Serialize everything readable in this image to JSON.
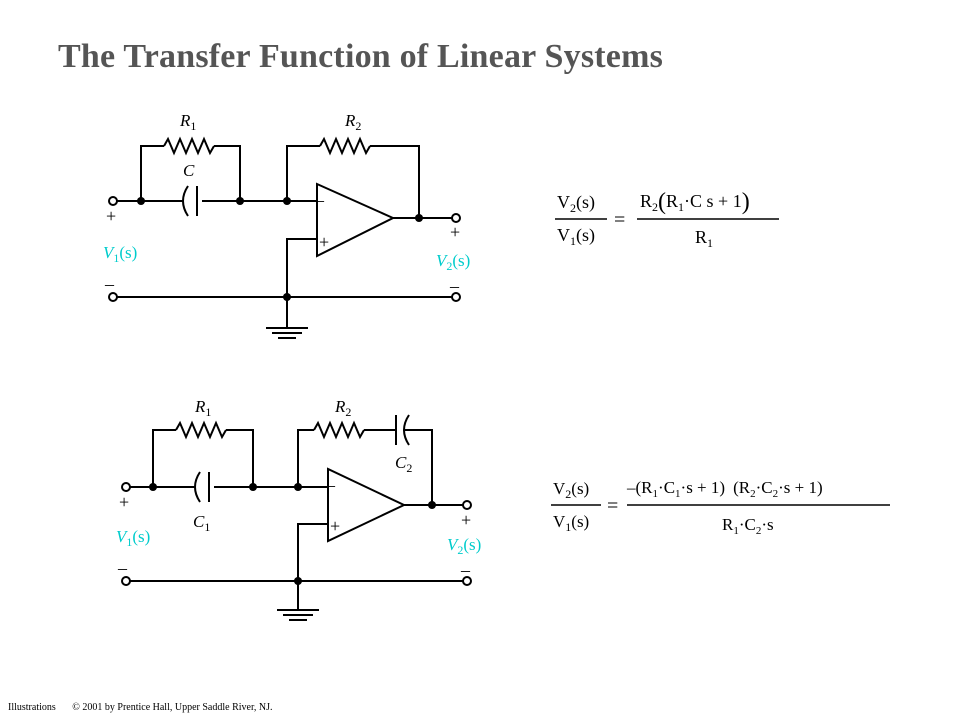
{
  "title": "The Transfer Function of Linear Systems",
  "footer": {
    "label": "Illustrations",
    "copyright": "© 2001 by Prentice Hall, Upper Saddle River, NJ."
  },
  "colors": {
    "signal_label": "#00cccc",
    "title": "#555555"
  },
  "circuit1": {
    "r1": {
      "sym": "R",
      "sub": "1"
    },
    "r2": {
      "sym": "R",
      "sub": "2"
    },
    "c": {
      "sym": "C"
    },
    "opamp": {
      "minus": "–",
      "plus": "+"
    },
    "input": {
      "plus": "+",
      "minus": "–",
      "sym": "V",
      "sub": "1",
      "arg": "(s)"
    },
    "output": {
      "plus": "+",
      "minus": "–",
      "sym": "V",
      "sub": "2",
      "arg": "(s)"
    }
  },
  "circuit2": {
    "r1": {
      "sym": "R",
      "sub": "1"
    },
    "r2": {
      "sym": "R",
      "sub": "2"
    },
    "c1": {
      "sym": "C",
      "sub": "1"
    },
    "c2": {
      "sym": "C",
      "sub": "2"
    },
    "opamp": {
      "minus": "–",
      "plus": "+"
    },
    "input": {
      "plus": "+",
      "minus": "–",
      "sym": "V",
      "sub": "1",
      "arg": "(s)"
    },
    "output": {
      "plus": "+",
      "minus": "–",
      "sym": "V",
      "sub": "2",
      "arg": "(s)"
    }
  },
  "equation1": {
    "lhs_num": {
      "v": "V",
      "sub": "2",
      "arg": "(s)"
    },
    "lhs_den": {
      "v": "V",
      "sub": "1",
      "arg": "(s)"
    },
    "equals": "=",
    "rhs_num": {
      "r2": "R",
      "r2_sub": "2",
      "open": "(",
      "r1": "R",
      "r1_sub": "1",
      "rest": "·C s + 1",
      "close": ")"
    },
    "rhs_den": {
      "r": "R",
      "sub": "1"
    }
  },
  "equation2": {
    "lhs_num": {
      "v": "V",
      "sub": "2",
      "arg": "(s)"
    },
    "lhs_den": {
      "v": "V",
      "sub": "1",
      "arg": "(s)"
    },
    "equals": "=",
    "rhs_num": {
      "neg_open": "–(",
      "r1": "R",
      "r1_sub": "1",
      "dot1": "·",
      "c1": "C",
      "c1_sub": "1",
      "tail1": "·s + 1)",
      "open2": "(",
      "r2": "R",
      "r2_sub": "2",
      "dot2": "·",
      "c2": "C",
      "c2_sub": "2",
      "tail2": "·s + 1)"
    },
    "rhs_den": {
      "r1": "R",
      "r1_sub": "1",
      "dot": "·",
      "c2": "C",
      "c2_sub": "2",
      "tail": "·s"
    }
  }
}
